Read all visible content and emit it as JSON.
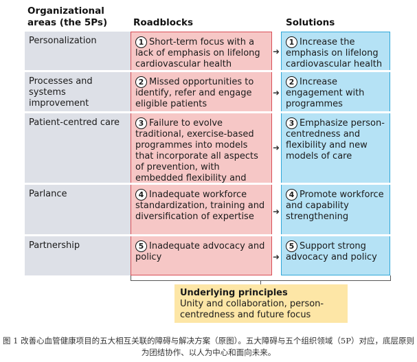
{
  "headers": {
    "areas": "Organizational areas (the 5Ps)",
    "roadblocks": "Roadblocks",
    "solutions": "Solutions"
  },
  "rows": [
    {
      "area": "Personalization",
      "num": "1",
      "roadblock": "Short-term focus with a lack of emphasis on lifelong cardiovascular health",
      "solution": "Increase the emphasis on lifelong cardiovascular health"
    },
    {
      "area": "Processes and systems improvement",
      "num": "2",
      "roadblock": "Missed opportunities to identify, refer and engage eligible patients",
      "solution": "Increase engagement with programmes"
    },
    {
      "area": "Patient-centred care",
      "num": "3",
      "roadblock": "Failure to evolve traditional, exercise-based programmes into models that incorporate all aspects of prevention, with embedded flexibility and personalization",
      "solution": "Emphasize person-centredness and flexibility and new models of care"
    },
    {
      "area": "Parlance",
      "num": "4",
      "roadblock": "Inadequate workforce standardization, training and diversification of expertise",
      "solution": "Promote workforce and capability strengthening"
    },
    {
      "area": "Partnership",
      "num": "5",
      "roadblock": "Inadequate advocacy and policy",
      "solution": "Support strong advocacy and policy"
    }
  ],
  "principles": {
    "title": "Underlying principles",
    "text": "Unity and collaboration, person-centredness and future focus"
  },
  "caption": "图 1 改善心血管健康项目的五大相互关联的障碍与解决方案（原图）。五大障碍与五个组织领域（5P）对应，底层原则为团结协作、以人为中心和面向未来。"
}
